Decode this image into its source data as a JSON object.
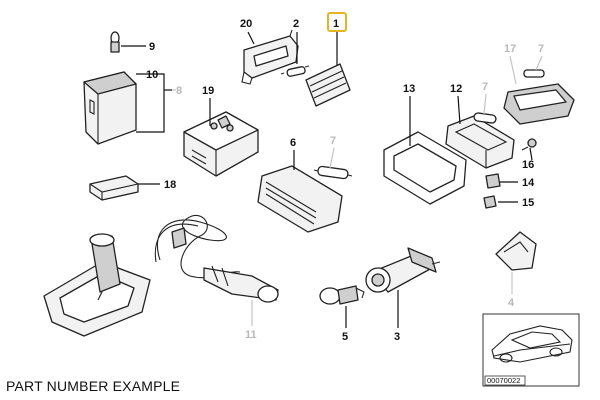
{
  "caption": "PART NUMBER EXAMPLE",
  "thumbnail_code": "00070022",
  "highlight_color": "#e6b422",
  "callouts": [
    {
      "id": "20",
      "tone": "dark"
    },
    {
      "id": "2",
      "tone": "dark"
    },
    {
      "id": "1",
      "tone": "dark",
      "highlighted": true
    },
    {
      "id": "17",
      "tone": "grey"
    },
    {
      "id": "7",
      "tone": "grey"
    },
    {
      "id": "9",
      "tone": "dark"
    },
    {
      "id": "10",
      "tone": "dark"
    },
    {
      "id": "8",
      "tone": "grey"
    },
    {
      "id": "19",
      "tone": "dark"
    },
    {
      "id": "13",
      "tone": "dark"
    },
    {
      "id": "12",
      "tone": "dark"
    },
    {
      "id": "7",
      "tone": "grey"
    },
    {
      "id": "6",
      "tone": "dark"
    },
    {
      "id": "7",
      "tone": "grey"
    },
    {
      "id": "16",
      "tone": "dark"
    },
    {
      "id": "14",
      "tone": "dark"
    },
    {
      "id": "15",
      "tone": "dark"
    },
    {
      "id": "18",
      "tone": "dark"
    },
    {
      "id": "4",
      "tone": "grey"
    },
    {
      "id": "11",
      "tone": "grey"
    },
    {
      "id": "5",
      "tone": "dark"
    },
    {
      "id": "3",
      "tone": "dark"
    }
  ]
}
